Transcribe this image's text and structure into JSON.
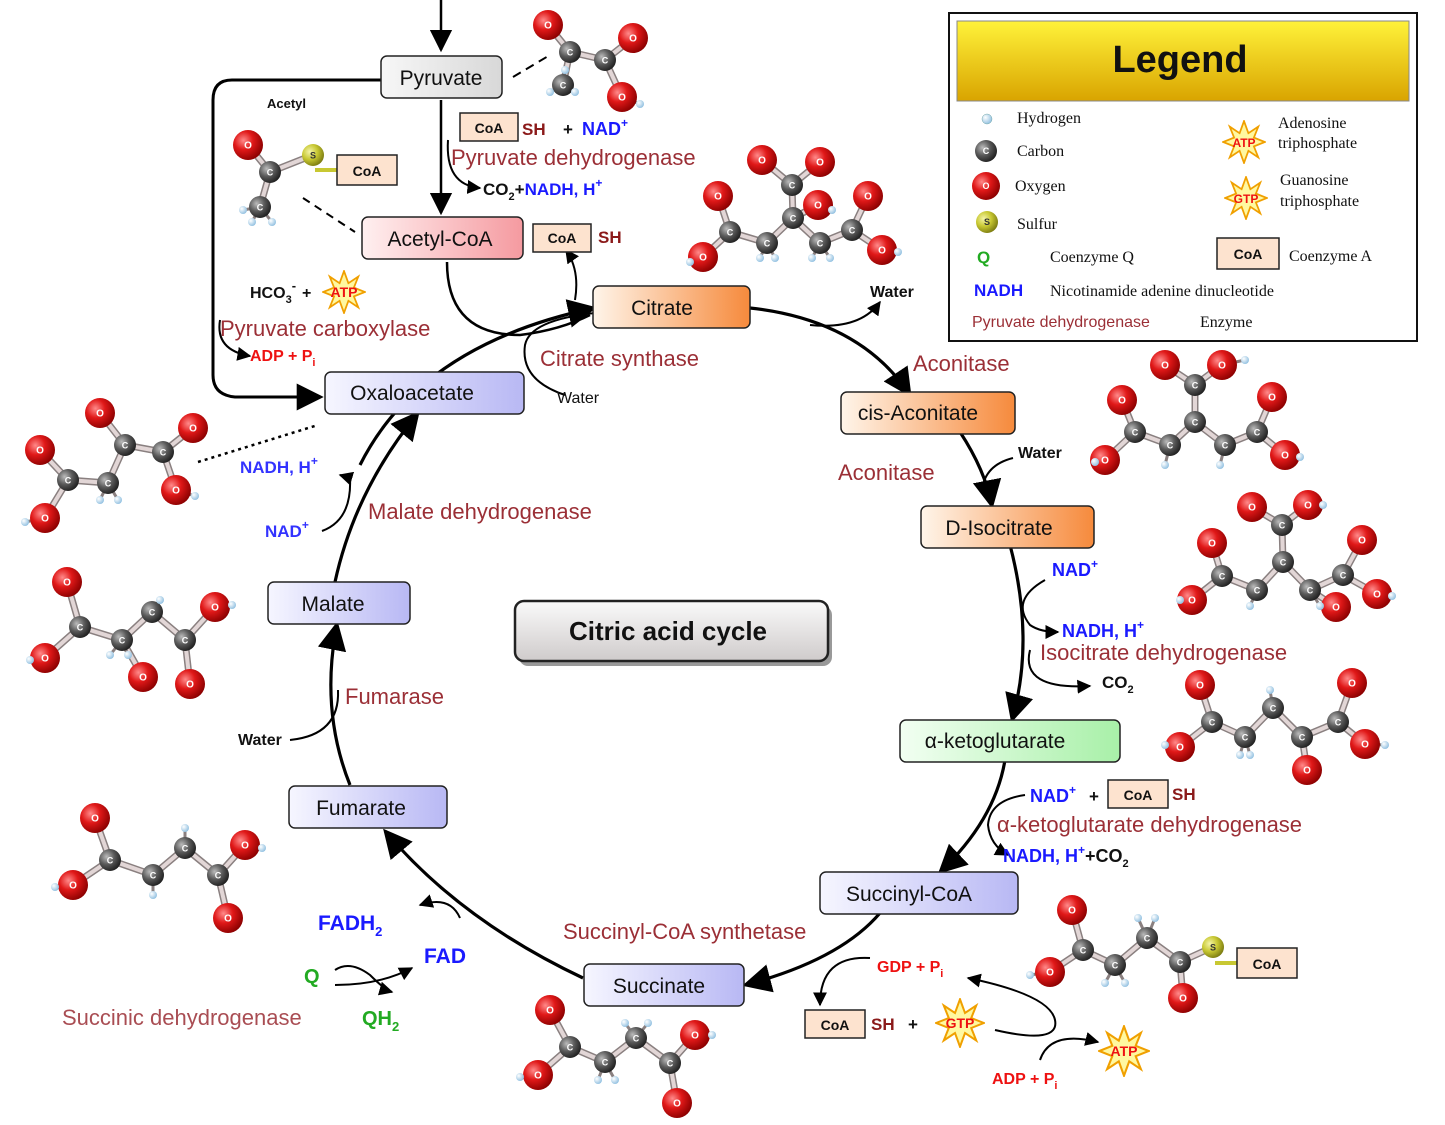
{
  "title": "Citric acid cycle",
  "metabolites": {
    "pyruvate": "Pyruvate",
    "acetyl_coa": "Acetyl-CoA",
    "citrate": "Citrate",
    "cis_aconitate": "cis-Aconitate",
    "d_isocitrate": "D-Isocitrate",
    "alpha_ketoglutarate": "α-ketoglutarate",
    "succinyl_coa": "Succinyl-CoA",
    "succinate": "Succinate",
    "fumarate": "Fumarate",
    "malate": "Malate",
    "oxaloacetate": "Oxaloacetate"
  },
  "enzymes": {
    "pyruvate_dehydrogenase": "Pyruvate dehydrogenase",
    "pyruvate_carboxylase": "Pyruvate carboxylase",
    "citrate_synthase": "Citrate synthase",
    "aconitase_1": "Aconitase",
    "aconitase_2": "Aconitase",
    "isocitrate_dehydrogenase": "Isocitrate dehydrogenase",
    "akg_dehydrogenase": "α-ketoglutarate dehydrogenase",
    "succinyl_coa_synthetase": "Succinyl-CoA synthetase",
    "succinic_dehydrogenase": "Succinic dehydrogenase",
    "fumarase": "Fumarase",
    "malate_dehydrogenase": "Malate dehydrogenase"
  },
  "cofactors": {
    "acetyl": "Acetyl",
    "coa": "CoA",
    "sh": "SH",
    "plus": "+",
    "nad_plus": "NAD",
    "sup_plus": "+",
    "co2": "CO",
    "sub_2": "2",
    "nadh_h": "NADH, H",
    "water": "Water",
    "hco3": "HCO",
    "sub_3": "3",
    "sup_minus": "-",
    "atp": "ATP",
    "gtp": "GTP",
    "adp_pi": "ADP + P",
    "gdp_pi": "GDP + P",
    "sub_i": "i",
    "fadh2": "FADH",
    "fad": "FAD",
    "q": "Q",
    "qh2": "QH",
    "nadh_plain": "NADH, H"
  },
  "atoms": {
    "c": "C",
    "o": "O",
    "s": "S"
  },
  "legend": {
    "title": "Legend",
    "hydrogen": "Hydrogen",
    "carbon": "Carbon",
    "oxygen": "Oxygen",
    "sulfur": "Sulfur",
    "q_symbol": "Q",
    "q_label": "Coenzyme Q",
    "nadh_symbol": "NADH",
    "nadh_label": "Nicotinamide adenine dinucleotide",
    "enzyme_example": "Pyruvate dehydrogenase",
    "enzyme_label": "Enzyme",
    "atp_label_1": "Adenosine",
    "atp_label_2": "triphosphate",
    "gtp_label_1": "Guanosine",
    "gtp_label_2": "triphosphate",
    "coa_box": "CoA",
    "coa_label": "Coenzyme A"
  },
  "colors": {
    "enzyme": "#9b2f36",
    "nad": "#1a1aff",
    "red": "#ee1111",
    "green": "#22aa22",
    "oxygen": "#dd1111",
    "carbon": "#555555",
    "sulfur": "#c8c832"
  }
}
